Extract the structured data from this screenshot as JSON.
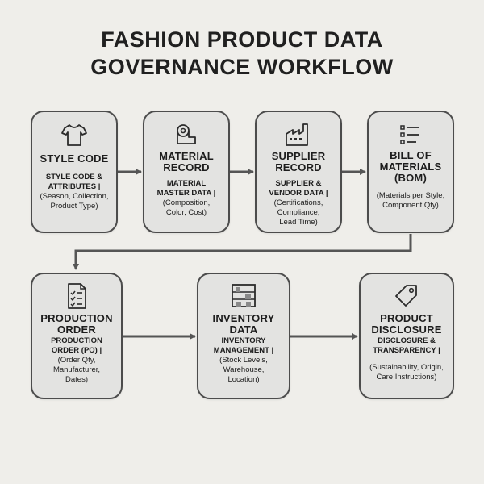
{
  "title": {
    "line1": "FASHION PRODUCT DATA",
    "line2": "GOVERNANCE WORKFLOW"
  },
  "nodes": [
    {
      "icon": "tshirt-icon",
      "title": [
        "STYLE CODE"
      ],
      "subtitle": [
        "STYLE CODE &",
        "ATTRIBUTES |"
      ],
      "desc": [
        "(Season, Collection,",
        "Product Type)"
      ]
    },
    {
      "icon": "fabric-roll-icon",
      "title": [
        "MATERIAL",
        "RECORD"
      ],
      "subtitle": [
        "MATERIAL",
        "MASTER DATA |"
      ],
      "desc": [
        "(Composition,",
        "Color, Cost)"
      ]
    },
    {
      "icon": "factory-icon",
      "title": [
        "SUPPLIER",
        "RECORD"
      ],
      "subtitle": [
        "SUPPLIER &",
        "VENDOR DATA |"
      ],
      "desc": [
        "(Certifications,",
        "Compliance,",
        "Lead Time)"
      ]
    },
    {
      "icon": "list-icon",
      "title": [
        "BILL OF",
        "MATERIALS",
        "(BOM)"
      ],
      "subtitle": [],
      "desc": [
        "(Materials per Style,",
        "Component Qty)"
      ]
    },
    {
      "icon": "checklist-document-icon",
      "title": [
        "PRODUCTION",
        "ORDER"
      ],
      "subtitle": [
        "PRODUCTION",
        "ORDER (PO) |"
      ],
      "desc": [
        "(Order Qty,",
        "Manufacturer,",
        "Dates)"
      ]
    },
    {
      "icon": "warehouse-shelves-icon",
      "title": [
        "INVENTORY",
        "DATA"
      ],
      "subtitle": [
        "INVENTORY",
        "MANAGEMENT |"
      ],
      "desc": [
        "(Stock Levels,",
        "Warehouse,",
        "Location)"
      ]
    },
    {
      "icon": "price-tag-icon",
      "title": [
        "PRODUCT",
        "DISCLOSURE"
      ],
      "subtitle": [
        "DISCLOSURE &",
        "TRANSPARENCY |"
      ],
      "desc": [
        "(Sustainability, Origin,",
        "Care Instructions)"
      ]
    }
  ],
  "colors": {
    "background": "#efeeea",
    "box_fill": "#e3e3e1",
    "box_border": "#4c4c4c",
    "arrow": "#555555",
    "text": "#1d1d1d"
  }
}
